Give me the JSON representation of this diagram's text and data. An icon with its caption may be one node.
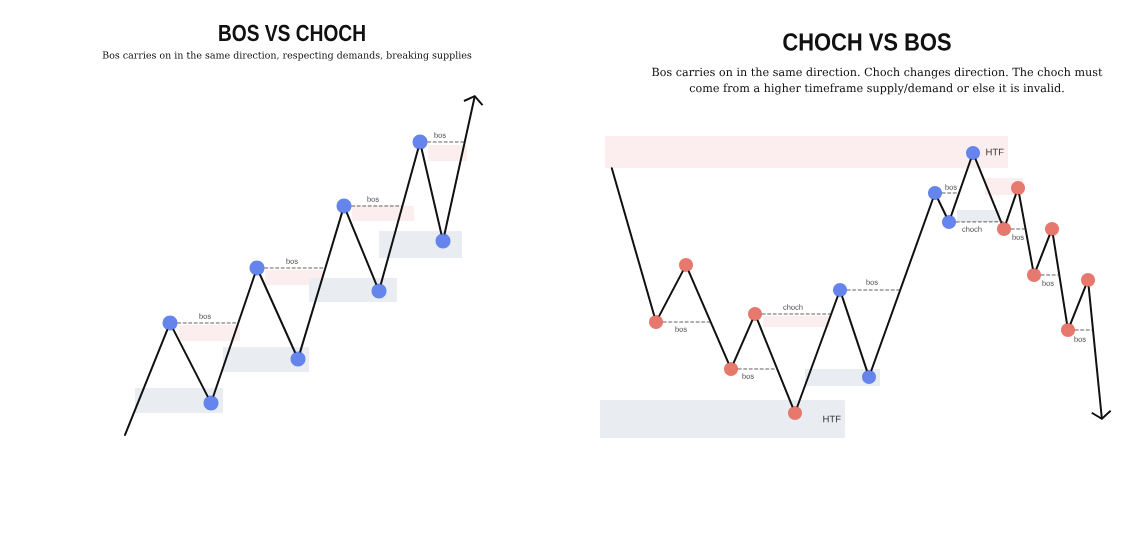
{
  "diagram": {
    "nodes": [
      {
        "text": [],
        "shape": "circle"
      },
      {
        "text": [],
        "shape": "circle"
      },
      {
        "text": [],
        "shape": "circle"
      },
      {
        "text": [],
        "shape": "circle"
      },
      {
        "text": [],
        "shape": "circle"
      },
      {
        "text": [],
        "shape": "circle"
      },
      {
        "text": [],
        "shape": "circle"
      },
      {
        "text": [],
        "shape": "circle"
      },
      {
        "text": [
          "HTF"
        ]
      },
      {
        "text": [
          "HTF"
        ]
      },
      {
        "text": [],
        "shape": "circle"
      },
      {
        "text": [],
        "shape": "circle"
      },
      {
        "text": [],
        "shape": "circle"
      },
      {
        "text": [],
        "shape": "circle"
      },
      {
        "text": [],
        "shape": "circle",
        "in": 9
      },
      {
        "text": [],
        "shape": "circle"
      },
      {
        "text": [],
        "shape": "circle"
      },
      {
        "text": [],
        "shape": "circle"
      },
      {
        "text": [],
        "shape": "circle"
      },
      {
        "text": [],
        "shape": "circle",
        "in": 8
      },
      {
        "text": [],
        "shape": "circle"
      },
      {
        "text": [],
        "shape": "circle"
      },
      {
        "text": [],
        "shape": "circle"
      },
      {
        "text": [],
        "shape": "circle"
      },
      {
        "text": [],
        "shape": "circle"
      },
      {
        "text": [],
        "shape": "circle"
      }
    ],
    "edges": [
      {
        "from": null,
        "to": 0,
        "arrow": "none"
      },
      {
        "from": 0,
        "to": 1,
        "arrow": "none"
      },
      {
        "from": 1,
        "to": 2,
        "arrow": "none"
      },
      {
        "from": 2,
        "to": 3,
        "arrow": "none"
      },
      {
        "from": 3,
        "to": 4,
        "arrow": "none"
      },
      {
        "from": 4,
        "to": 5,
        "arrow": "none"
      },
      {
        "from": 5,
        "to": 6,
        "arrow": "none"
      },
      {
        "from": 6,
        "to": 7,
        "arrow": "none"
      },
      {
        "from": 7,
        "to": null,
        "arrow": "to"
      },
      {
        "from": 0,
        "to": null,
        "arrow": "none",
        "style": "dashed",
        "label": "bos"
      },
      {
        "from": 2,
        "to": null,
        "arrow": "none",
        "style": "dashed",
        "label": "bos"
      },
      {
        "from": 4,
        "to": null,
        "arrow": "none",
        "style": "dashed",
        "label": "bos"
      },
      {
        "from": 6,
        "to": null,
        "arrow": "none",
        "style": "dashed",
        "label": "bos"
      },
      {
        "from": 8,
        "to": 10,
        "arrow": "none"
      },
      {
        "from": 10,
        "to": 11,
        "arrow": "none"
      },
      {
        "from": 11,
        "to": 12,
        "arrow": "none"
      },
      {
        "from": 12,
        "to": 13,
        "arrow": "none"
      },
      {
        "from": 13,
        "to": 14,
        "arrow": "none"
      },
      {
        "from": 14,
        "to": 15,
        "arrow": "none"
      },
      {
        "from": 15,
        "to": 16,
        "arrow": "none"
      },
      {
        "from": 16,
        "to": 17,
        "arrow": "none"
      },
      {
        "from": 17,
        "to": 18,
        "arrow": "none"
      },
      {
        "from": 18,
        "to": 19,
        "arrow": "none"
      },
      {
        "from": 19,
        "to": 20,
        "arrow": "none"
      },
      {
        "from": 20,
        "to": 21,
        "arrow": "none"
      },
      {
        "from": 21,
        "to": 22,
        "arrow": "none"
      },
      {
        "from": 22,
        "to": 23,
        "arrow": "none"
      },
      {
        "from": 23,
        "to": 24,
        "arrow": "none"
      },
      {
        "from": 24,
        "to": 25,
        "arrow": "none"
      },
      {
        "from": 25,
        "to": null,
        "arrow": "to"
      },
      {
        "from": 10,
        "to": null,
        "arrow": "none",
        "style": "dashed",
        "label": "bos"
      },
      {
        "from": 13,
        "to": null,
        "arrow": "none",
        "style": "dashed",
        "label": "choch"
      },
      {
        "from": 12,
        "to": null,
        "arrow": "none",
        "style": "dashed",
        "label": "bos"
      },
      {
        "from": 15,
        "to": null,
        "arrow": "none",
        "style": "dashed",
        "label": "bos"
      },
      {
        "from": 17,
        "to": null,
        "arrow": "none",
        "style": "dashed",
        "label": "bos"
      },
      {
        "from": 18,
        "to": 20,
        "arrow": "none",
        "style": "dashed",
        "label": "choch"
      },
      {
        "from": 20,
        "to": null,
        "arrow": "none",
        "style": "dashed",
        "label": "bos"
      },
      {
        "from": 22,
        "to": null,
        "arrow": "none",
        "style": "dashed",
        "label": "bos"
      },
      {
        "from": 24,
        "to": null,
        "arrow": "none",
        "style": "dashed",
        "label": "bos"
      }
    ],
    "labels": [
      "BOS VS CHOCH",
      "Bos carries on in the same direction, respecting demands, breaking supplies",
      "CHOCH VS BOS",
      "Bos carries on in the same direction. Choch changes direction. The choch must come from a higher timeframe supply/demand or else it is invalid."
    ]
  }
}
